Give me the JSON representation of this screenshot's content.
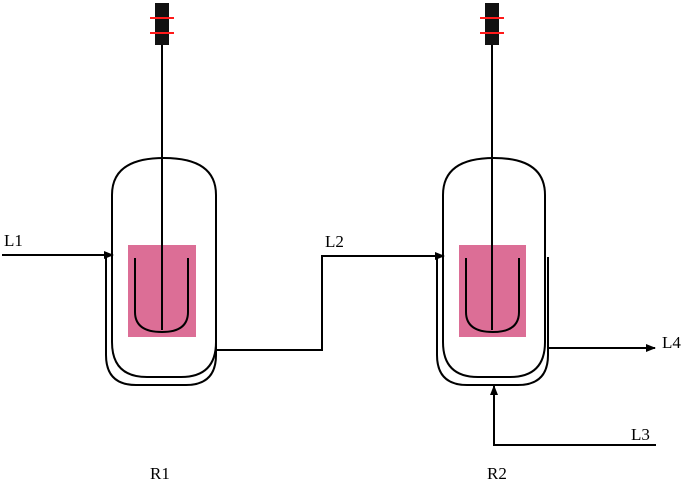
{
  "labels": {
    "l1": "L1",
    "l2": "L2",
    "l3": "L3",
    "l4": "L4",
    "r1": "R1",
    "r2": "R2"
  },
  "colors": {
    "stroke": "#000000",
    "heater_fill": "#dc6e96",
    "motor_body": "#111111",
    "motor_bands": "#ff1a1a",
    "background": "#ffffff"
  }
}
